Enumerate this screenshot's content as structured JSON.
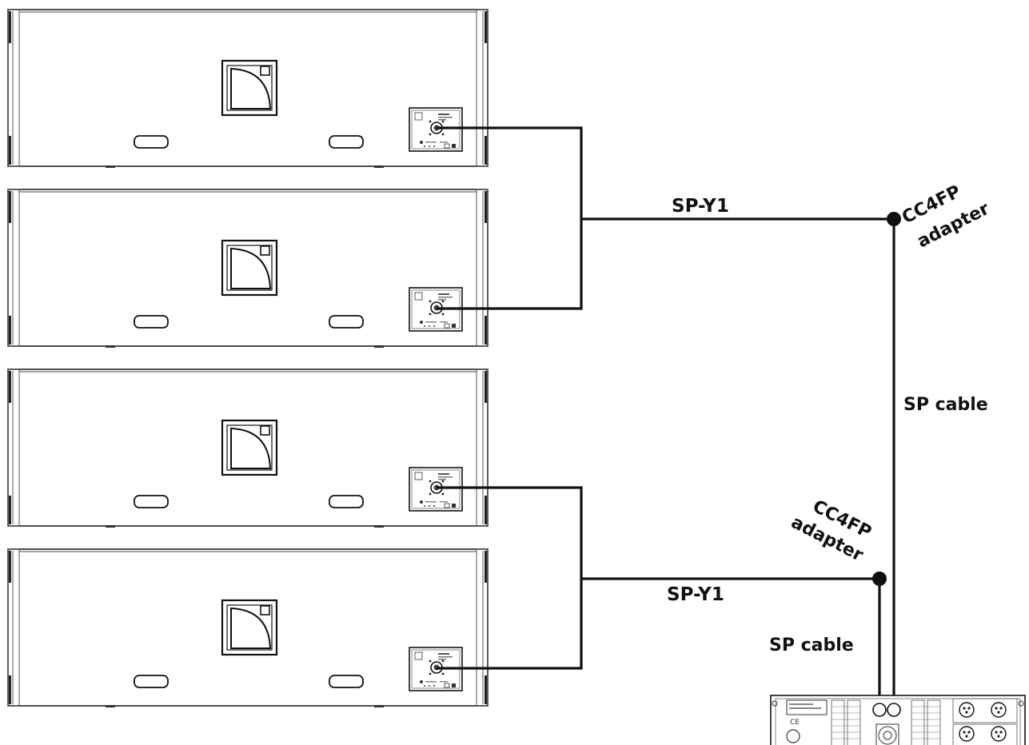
{
  "labels": {
    "upper_cable": "SP-Y1",
    "lower_cable": "SP-Y1",
    "upper_adapter_line1": "CC4FP",
    "upper_adapter_line2": "adapter",
    "lower_adapter_line1": "CC4FP",
    "lower_adapter_line2": "adapter",
    "upper_trunk": "SP cable",
    "lower_trunk": "SP cable"
  },
  "cabinets": [
    {
      "name": "loudspeaker-1",
      "logo": "brand-logo-icon",
      "panel": "connector-panel"
    },
    {
      "name": "loudspeaker-2",
      "logo": "brand-logo-icon",
      "panel": "connector-panel"
    },
    {
      "name": "loudspeaker-3",
      "logo": "brand-logo-icon",
      "panel": "connector-panel"
    },
    {
      "name": "loudspeaker-4",
      "logo": "brand-logo-icon",
      "panel": "connector-panel"
    }
  ],
  "amplifier": {
    "icon": "amplified-controller-icon"
  },
  "colors": {
    "line": "#111111",
    "outline": "#222222",
    "background": "#ffffff"
  }
}
